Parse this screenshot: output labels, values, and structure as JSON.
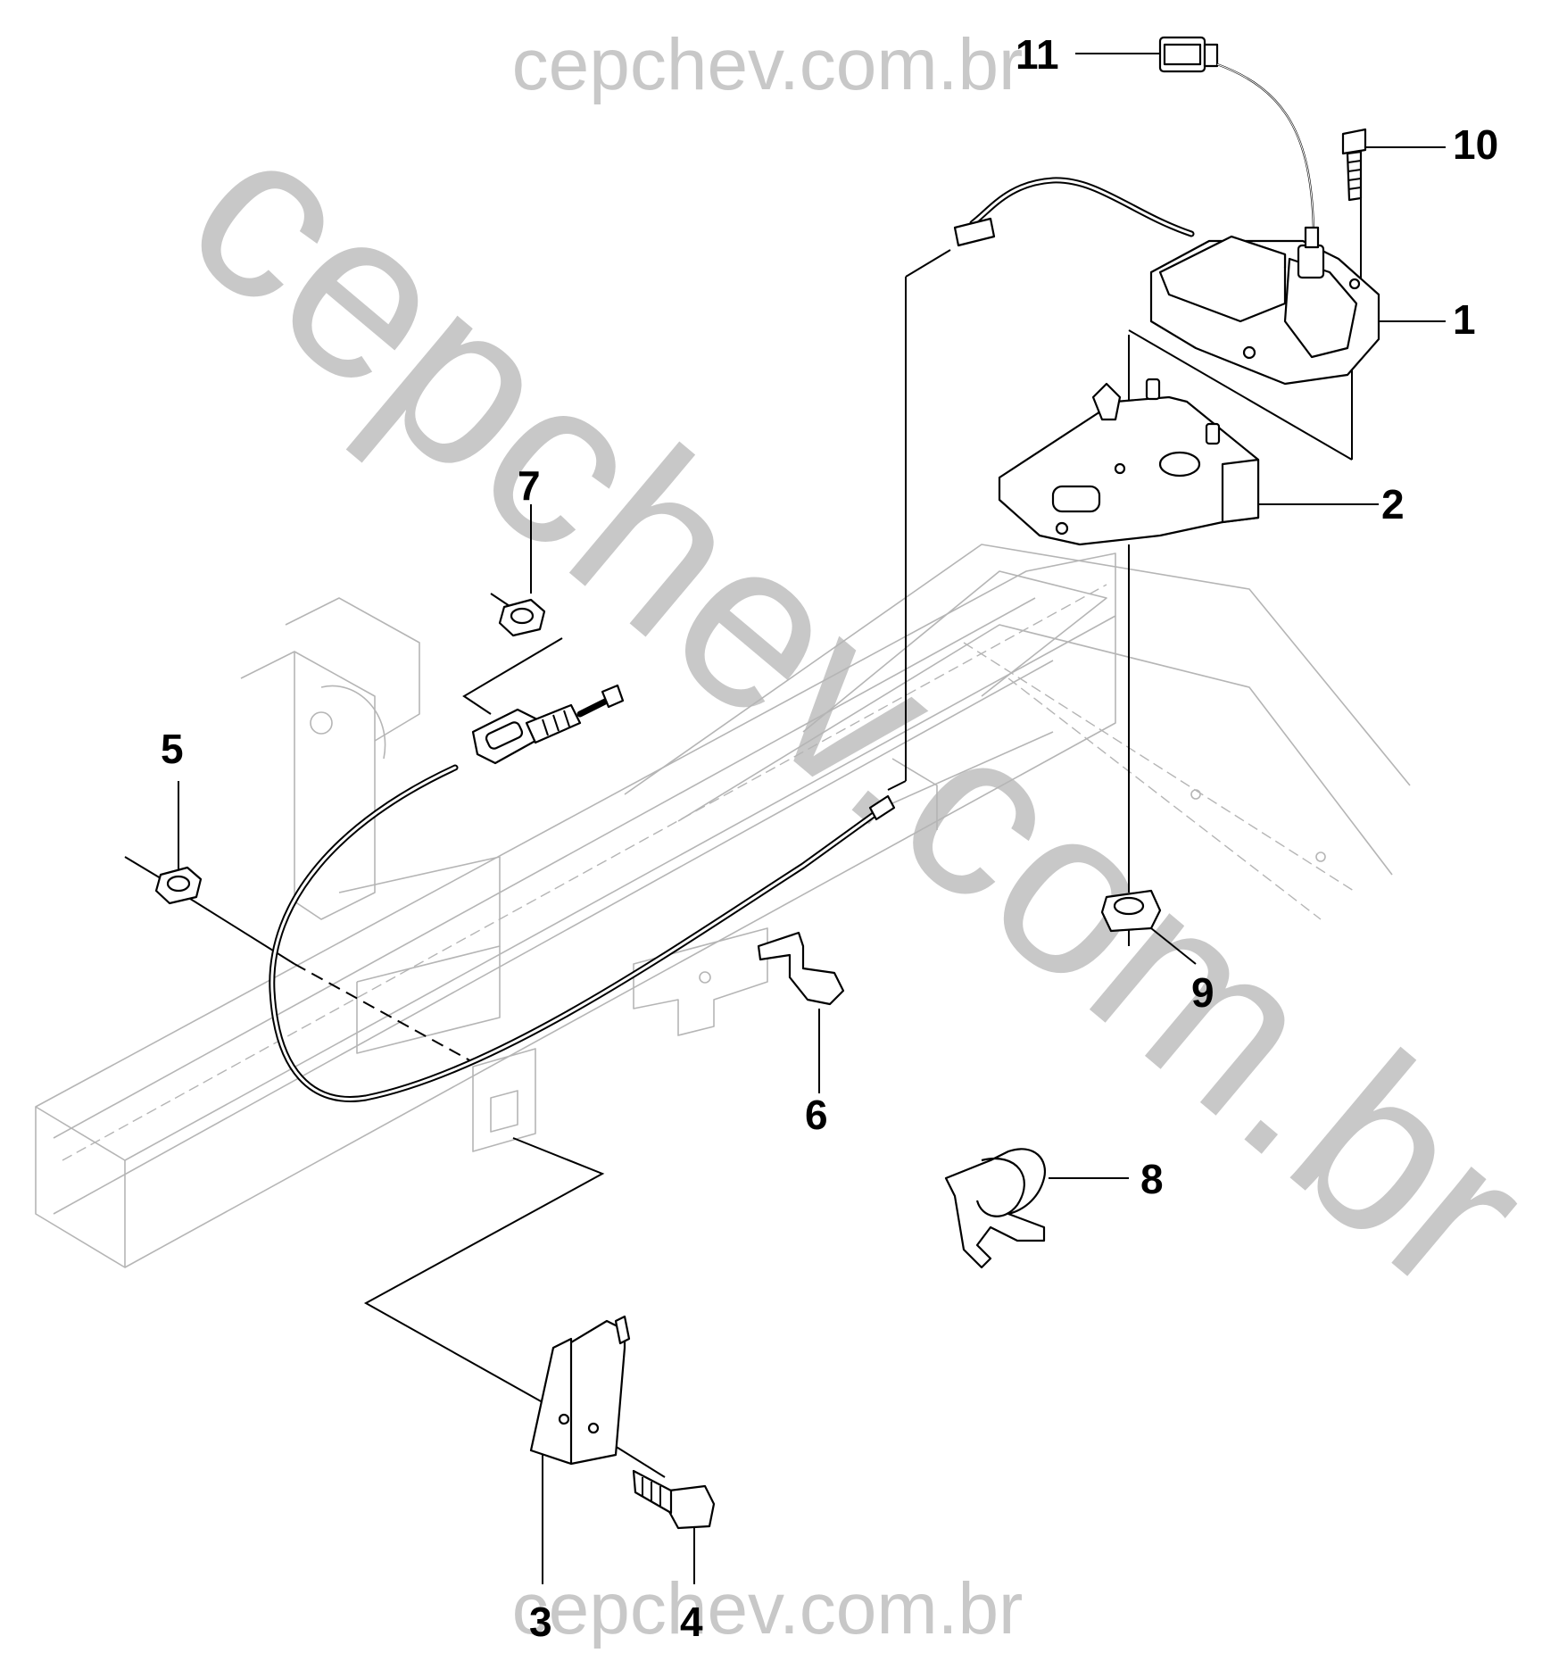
{
  "watermark": {
    "text": "cepchev.com.br",
    "color": "#c8c8c8"
  },
  "callouts": [
    {
      "id": "1",
      "label": "1"
    },
    {
      "id": "2",
      "label": "2"
    },
    {
      "id": "3",
      "label": "3"
    },
    {
      "id": "4",
      "label": "4"
    },
    {
      "id": "5",
      "label": "5"
    },
    {
      "id": "6",
      "label": "6"
    },
    {
      "id": "7",
      "label": "7"
    },
    {
      "id": "8",
      "label": "8"
    },
    {
      "id": "9",
      "label": "9"
    },
    {
      "id": "10",
      "label": "10"
    },
    {
      "id": "11",
      "label": "11"
    }
  ]
}
